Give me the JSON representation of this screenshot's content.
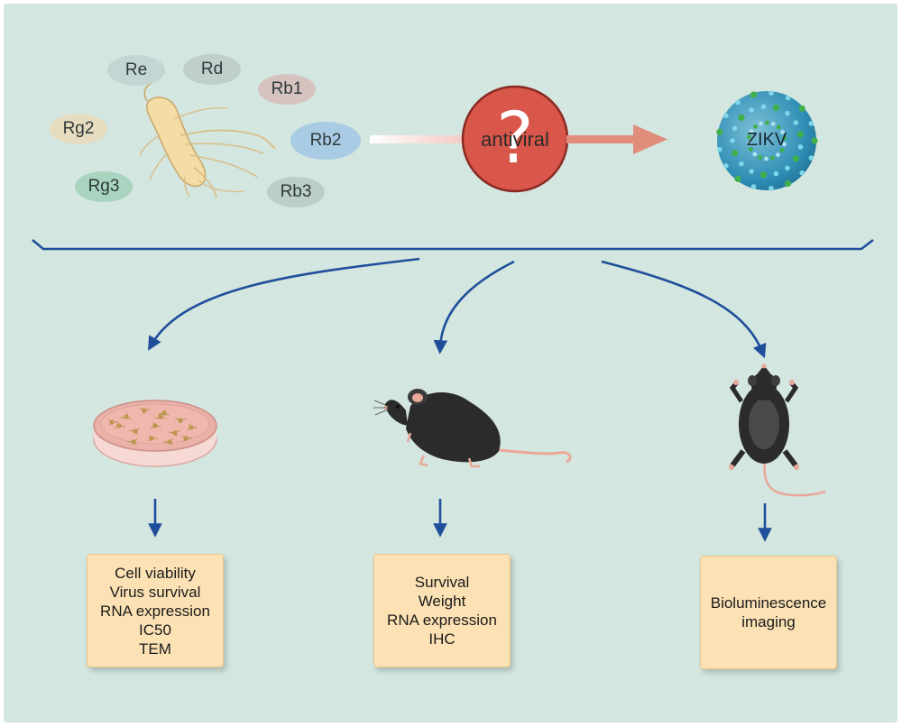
{
  "ginsenosides": [
    {
      "label": "Re",
      "color": "#c3d6d4"
    },
    {
      "label": "Rd",
      "color": "#bfcfcb"
    },
    {
      "label": "Rb1",
      "color": "#d6c3c0"
    },
    {
      "label": "Rg2",
      "color": "#e6dcbf"
    },
    {
      "label": "Rb2",
      "color": "#a9cbe3"
    },
    {
      "label": "Rg3",
      "color": "#a9d4c0"
    },
    {
      "label": "Rb3",
      "color": "#bccfc6"
    }
  ],
  "center": {
    "label": "antiviral",
    "symbol": "?"
  },
  "target": {
    "label": "ZIKV"
  },
  "icons": {
    "root": "ginseng-root-icon",
    "petri": "petri-dish-icon",
    "mouse_side": "mouse-side-icon",
    "mouse_top": "mouse-top-icon",
    "virus": "virus-icon"
  },
  "panels": [
    {
      "lines": [
        "Cell viability",
        "Virus survival",
        "RNA expression",
        "IC50",
        "TEM"
      ]
    },
    {
      "lines": [
        "Survival",
        "Weight",
        "RNA expression",
        "IHC"
      ]
    },
    {
      "lines": [
        "Bioluminescence",
        "imaging"
      ]
    }
  ],
  "colors": {
    "background": "#d3e6df",
    "arrow_blue": "#1f4e9a",
    "center_red": "#d9574a",
    "panel_fill": "#fbe1b4"
  }
}
